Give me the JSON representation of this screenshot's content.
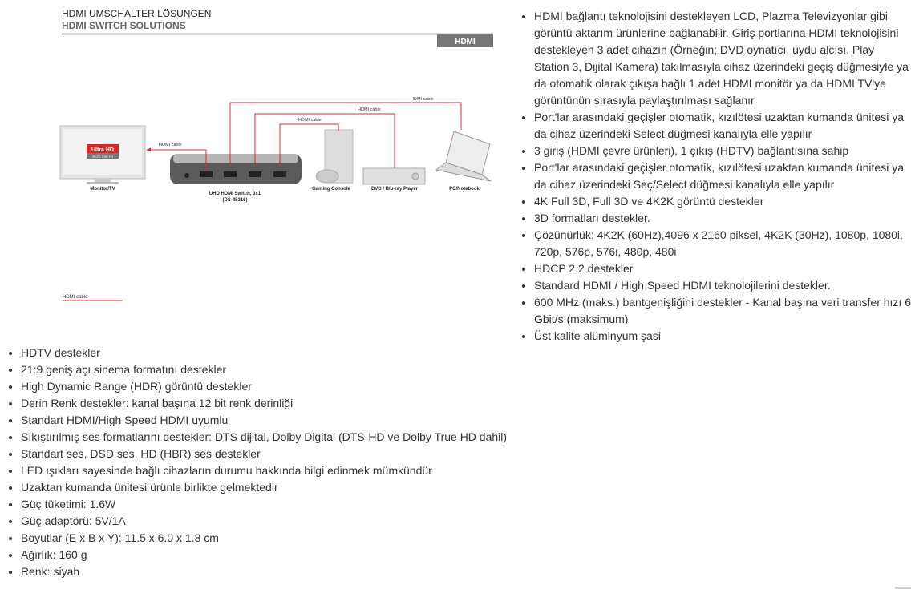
{
  "diagram": {
    "header_de": "HDMI UMSCHALTER LÖSUNGEN",
    "header_en": "HDMI SWITCH SOLUTIONS",
    "tag": "HDMI",
    "badge_title": "Ultra HD",
    "badge_sub": "4K2K / 60 Hz",
    "cable_label": "HDMI cable",
    "devices": {
      "monitor": "Monitor/TV",
      "switch_name": "UHD HDMI Switch, 3x1",
      "switch_model": "(DS-45316)",
      "console": "Gaming Console",
      "dvd": "DVD / Blu-ray Player",
      "pc": "PC/Notebook"
    },
    "legend": "HDMI cable",
    "accent": "#e0282e"
  },
  "right_list": [
    "HDMI bağlantı teknolojisini destekleyen LCD, Plazma Televizyonlar gibi görüntü aktarım ürünlerine bağlanabilir. Giriş portlarına HDMI teknolojisini destekleyen 3 adet cihazın (Örneğin; DVD oynatıcı, uydu alcısı, Play Station 3, Dijital Kamera) takılmasıyla cihaz üzerindeki geçiş düğmesiyle ya da otomatik olarak çıkışa bağlı 1 adet HDMI monitör ya da HDMI TV'ye görüntünün sırasıyla paylaştırılması sağlanır",
    "Port'lar arasındaki geçişler otomatik, kızılötesi uzaktan kumanda ünitesi ya da cihaz üzerindeki Select düğmesi kanalıyla elle yapılır",
    "3 giriş (HDMI çevre ürünleri), 1 çıkış (HDTV) bağlantısına sahip",
    "Port'lar arasındaki geçişler otomatik, kızılötesi uzaktan kumanda ünitesi ya da cihaz üzerindeki Seç/Select düğmesi kanalıyla elle yapılır",
    "4K Full 3D, Full 3D ve 4K2K görüntü destekler",
    "3D formatları destekler.",
    "Çözünürlük: 4K2K (60Hz),4096 x 2160 piksel, 4K2K (30Hz), 1080p, 1080i, 720p, 576p, 576i, 480p, 480i",
    "HDCP 2.2 destekler",
    "Standard HDMI / High Speed HDMI teknolojilerini destekler.",
    "600 MHz (maks.) bantgenişliğini destekler - Kanal başına veri transfer hızı 6 Gbit/s (maksimum)",
    "Üst kalite alüminyum şasi"
  ],
  "left_list": [
    "HDTV destekler",
    "21:9 geniş açı sinema formatını destekler",
    "High Dynamic Range (HDR) görüntü destekler",
    "Derin Renk destekler: kanal başına 12 bit renk derinliği",
    "Standart HDMI/High Speed HDMI uyumlu",
    "Sıkıştırılmış ses formatlarını destekler: DTS dijital, Dolby Digital (DTS-HD ve Dolby True HD dahil)",
    "Standart ses, DSD ses, HD (HBR) ses destekler",
    "LED ışıkları sayesinde bağlı cihazların durumu hakkında bilgi edinmek mümkündür",
    "Uzaktan kumanda ünitesi ürünle birlikte gelmektedir",
    "Güç tüketimi: 1.6W",
    "Güç adaptörü: 5V/1A",
    "Boyutlar (E x B x Y): 11.5 x 6.0 x 1.8 cm",
    "Ağırlık: 160 g",
    "Renk: siyah"
  ]
}
